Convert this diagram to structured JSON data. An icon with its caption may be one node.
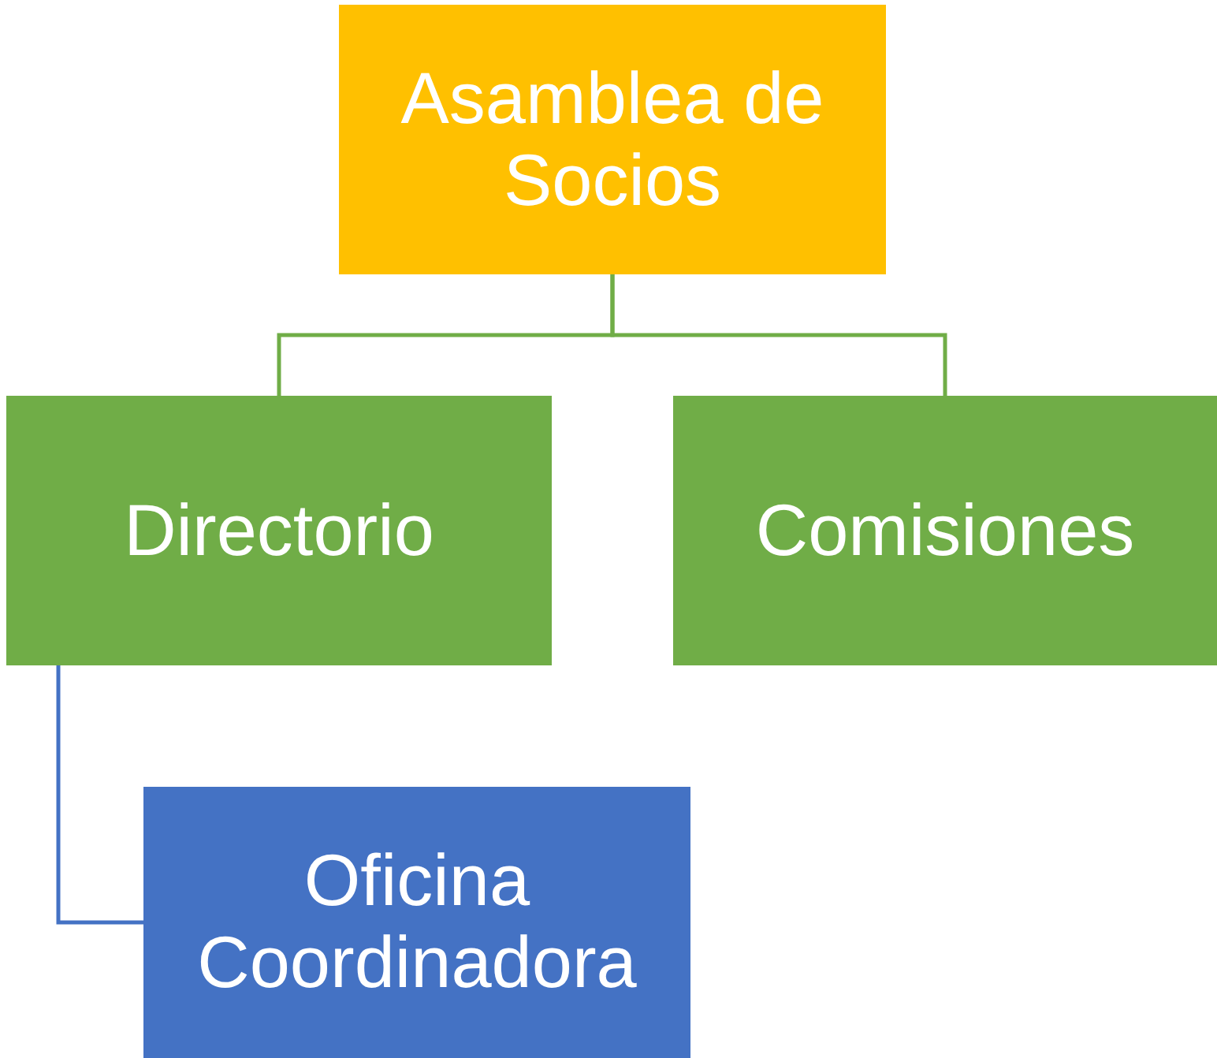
{
  "diagram": {
    "nodes": [
      {
        "text": [
          "Asamblea de Socios"
        ]
      },
      {
        "text": [
          "Directorio"
        ]
      },
      {
        "text": [
          "Comisiones"
        ]
      },
      {
        "text": [
          "Oficina Coordinadora"
        ]
      }
    ],
    "edges": [
      {
        "from": 0,
        "to": 1,
        "arrow": "none"
      },
      {
        "from": 0,
        "to": 2,
        "arrow": "none"
      },
      {
        "from": 1,
        "to": 3,
        "arrow": "none",
        "color": "#4472c4"
      }
    ]
  }
}
